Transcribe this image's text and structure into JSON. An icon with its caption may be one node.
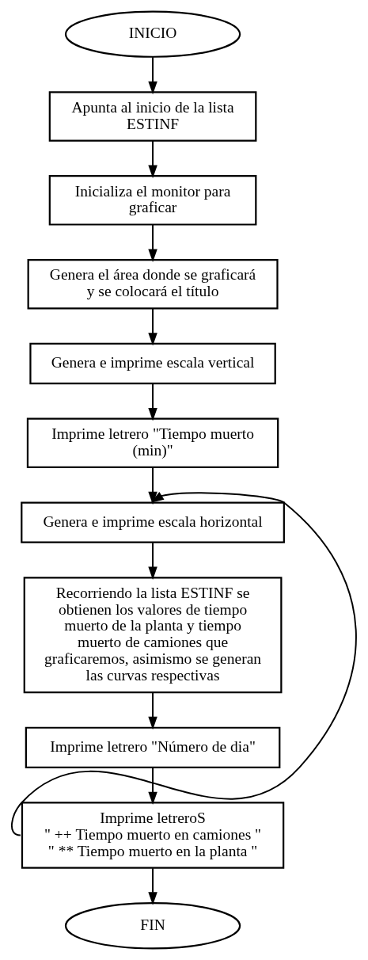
{
  "diagram": {
    "nodes": [
      {
        "text": [
          "INICIO"
        ]
      },
      {
        "text": [
          "Apunta al inicio de la lista ESTINF"
        ]
      },
      {
        "text": [
          "Inicializa el monitor para graficar"
        ]
      },
      {
        "text": [
          "Genera el área donde se graficará y se colocará el título"
        ]
      },
      {
        "text": [
          "Genera e imprime escala vertical"
        ]
      },
      {
        "text": [
          "Imprime letrero \"Tiempo muerto (min)\""
        ]
      },
      {
        "text": [
          "Genera e imprime escala horizontal"
        ]
      },
      {
        "text": [
          "Recorriendo la lista ESTINF se obtienen los valores de tiempo muerto de la planta y tiempo muerto de camiones que graficaremos, asimismo se generan las curvas respectivas"
        ]
      },
      {
        "text": [
          "Imprime letrero \"Número de dia\""
        ]
      },
      {
        "text": [
          "Imprime letreroS",
          "\" ++ Tiempo muerto en camiones \"",
          "\" ** Tiempo muerto en la planta \""
        ]
      },
      {
        "text": [
          "FIN"
        ]
      }
    ],
    "edges": [
      {
        "from": 0,
        "to": 1,
        "arrow": "to"
      },
      {
        "from": 1,
        "to": 2,
        "arrow": "to"
      },
      {
        "from": 2,
        "to": 3,
        "arrow": "to"
      },
      {
        "from": 3,
        "to": 4,
        "arrow": "to"
      },
      {
        "from": 4,
        "to": 5,
        "arrow": "to"
      },
      {
        "from": 5,
        "to": 6,
        "arrow": "to"
      },
      {
        "from": 6,
        "to": 7,
        "arrow": "to"
      },
      {
        "from": 7,
        "to": 8,
        "arrow": "to"
      },
      {
        "from": 8,
        "to": 9,
        "arrow": "to"
      },
      {
        "from": 9,
        "to": 6,
        "arrow": "to"
      },
      {
        "from": 9,
        "to": 10,
        "arrow": "to"
      }
    ]
  }
}
